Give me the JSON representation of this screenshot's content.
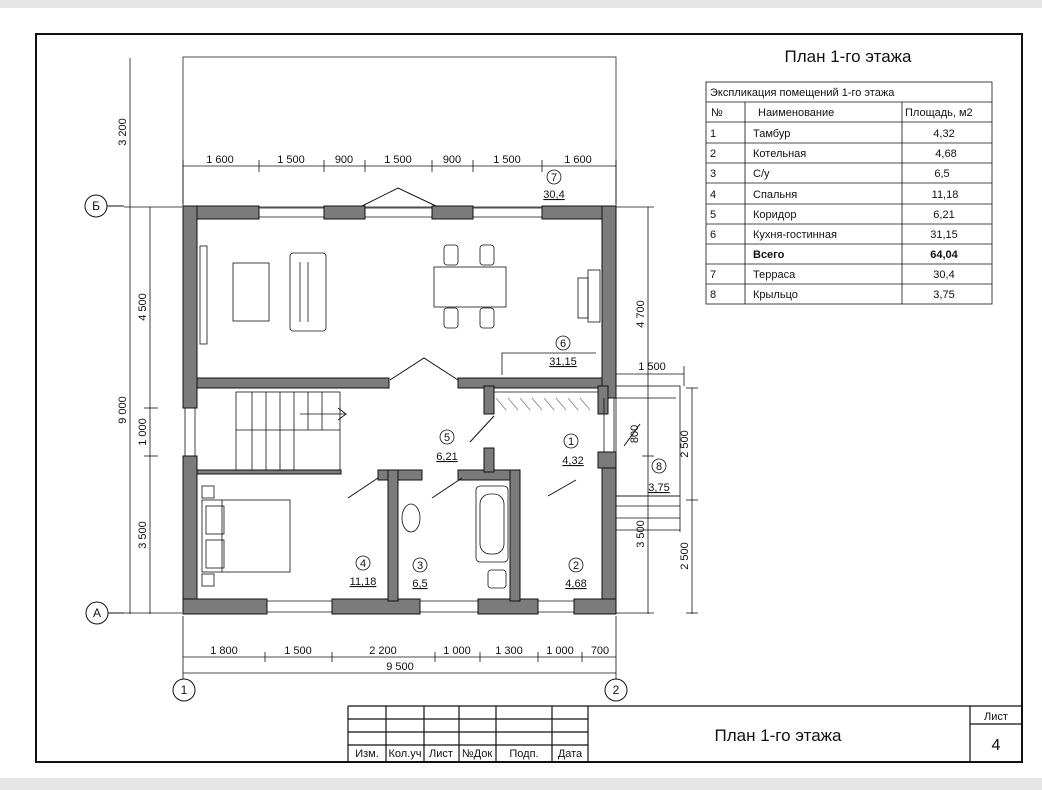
{
  "sheet_title": "План 1-го этажа",
  "explication": {
    "title": "Экспликация помещений 1-го этажа",
    "headers": [
      "№",
      "Наименование",
      "Площадь, м2"
    ],
    "rows": [
      {
        "n": "1",
        "name": "Тамбур",
        "area": "4,32"
      },
      {
        "n": "2",
        "name": "Котельная",
        "area": "4,68"
      },
      {
        "n": "3",
        "name": "С/у",
        "area": "6,5"
      },
      {
        "n": "4",
        "name": "Спальня",
        "area": "11,18"
      },
      {
        "n": "5",
        "name": "Коридор",
        "area": "6,21"
      },
      {
        "n": "6",
        "name": "Кухня-гостинная",
        "area": "31,15"
      },
      {
        "n": "",
        "name": "Всего",
        "area": "64,04"
      },
      {
        "n": "7",
        "name": "Терраса",
        "area": "30,4"
      },
      {
        "n": "8",
        "name": "Крыльцо",
        "area": "3,75"
      }
    ]
  },
  "rooms": [
    {
      "n": "7",
      "area": "30,4"
    },
    {
      "n": "6",
      "area": "31,15"
    },
    {
      "n": "5",
      "area": "6,21"
    },
    {
      "n": "1",
      "area": "4,32"
    },
    {
      "n": "8",
      "area": "3,75"
    },
    {
      "n": "4",
      "area": "11,18"
    },
    {
      "n": "3",
      "area": "6,5"
    },
    {
      "n": "2",
      "area": "4,68"
    }
  ],
  "dimensions": {
    "top": [
      "1 600",
      "1 500",
      "900",
      "1 500",
      "900",
      "1 500",
      "1 600"
    ],
    "bottom": [
      "1 800",
      "1 500",
      "2 200",
      "1 000",
      "1 300",
      "1 000",
      "700"
    ],
    "bottom_total": "9 500",
    "left_outer": [
      "3 200",
      "9 000"
    ],
    "left_inner": [
      "4 500",
      "1 000",
      "3 500"
    ],
    "right": [
      "4 700",
      "3 500"
    ],
    "porch": [
      "1 500",
      "800",
      "2 500",
      "2 500"
    ]
  },
  "axes": {
    "rows": [
      "Б",
      "А"
    ],
    "cols": [
      "1",
      "2"
    ]
  },
  "stamp": {
    "labels": [
      "Изм.",
      "Кол.уч",
      "Лист",
      "№Док",
      "Подп.",
      "Дата"
    ],
    "sheet_label": "Лист",
    "sheet_number": "4"
  }
}
